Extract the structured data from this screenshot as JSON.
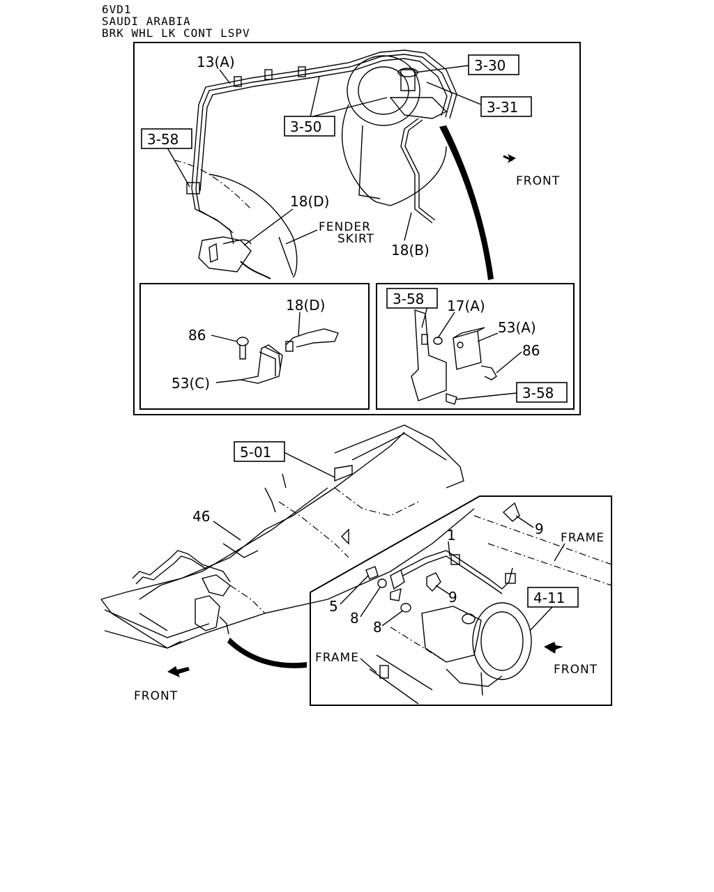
{
  "header": {
    "line1": "6VD1",
    "line2": "SAUDI ARABIA",
    "line3": "BRK WHL LK CONT LSPV"
  },
  "callouts": {
    "top": {
      "c13a": "13(A)",
      "c330": "3-30",
      "c331": "3-31",
      "c350": "3-50",
      "c358": "3-58",
      "c18d": "18(D)",
      "c18b": "18(B)",
      "fender1": "FENDER",
      "fender2": "SKIRT",
      "front": "FRONT"
    },
    "inset_left": {
      "c18d": "18(D)",
      "c86": "86",
      "c53c": "53(C)"
    },
    "inset_right": {
      "c358a": "3-58",
      "c17a": "17(A)",
      "c53a": "53(A)",
      "c86": "86",
      "c358b": "3-58"
    },
    "chassis": {
      "c501": "5-01",
      "c46": "46",
      "front": "FRONT"
    },
    "detail": {
      "c1": "1",
      "c9a": "9",
      "c9b": "9",
      "c5": "5",
      "c8a": "8",
      "c8b": "8",
      "c411": "4-11",
      "frame1": "FRAME",
      "frame2": "FRAME",
      "front": "FRONT"
    }
  }
}
